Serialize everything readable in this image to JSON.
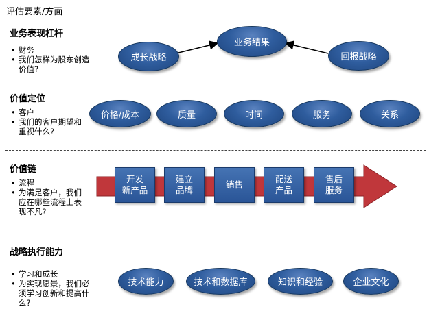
{
  "header": "评估要素/方面",
  "sections": {
    "business": {
      "title": "业务表现杠杆",
      "bullets": [
        "财务",
        "我们怎样为股东创造价值?"
      ],
      "nodes": {
        "growth": "成长战略",
        "result": "业务结果",
        "return": "回报战略"
      }
    },
    "positioning": {
      "title": "价值定位",
      "bullets": [
        "客户",
        "我们的客户期望和重视什么?"
      ],
      "ovals": [
        "价格/成本",
        "质量",
        "时间",
        "服务",
        "关系"
      ]
    },
    "chain": {
      "title": "价值链",
      "bullets": [
        "流程",
        "为满足客户，我们应在哪些流程上表现不凡?"
      ],
      "steps": [
        "开发\n新产品",
        "建立\n品牌",
        "销售",
        "配送\n产品",
        "售后\n服务"
      ]
    },
    "execution": {
      "title": "战略执行能力",
      "bullets": [
        "学习和成长",
        "为实现愿景，我们必须学习创新和提高什么?"
      ],
      "ovals": [
        "技术能力",
        "技术和数据库",
        "知识和经验",
        "企业文化"
      ]
    }
  },
  "colors": {
    "oval": "#2f5d9e",
    "arrow": "#c0373b",
    "divider": "#444444"
  }
}
